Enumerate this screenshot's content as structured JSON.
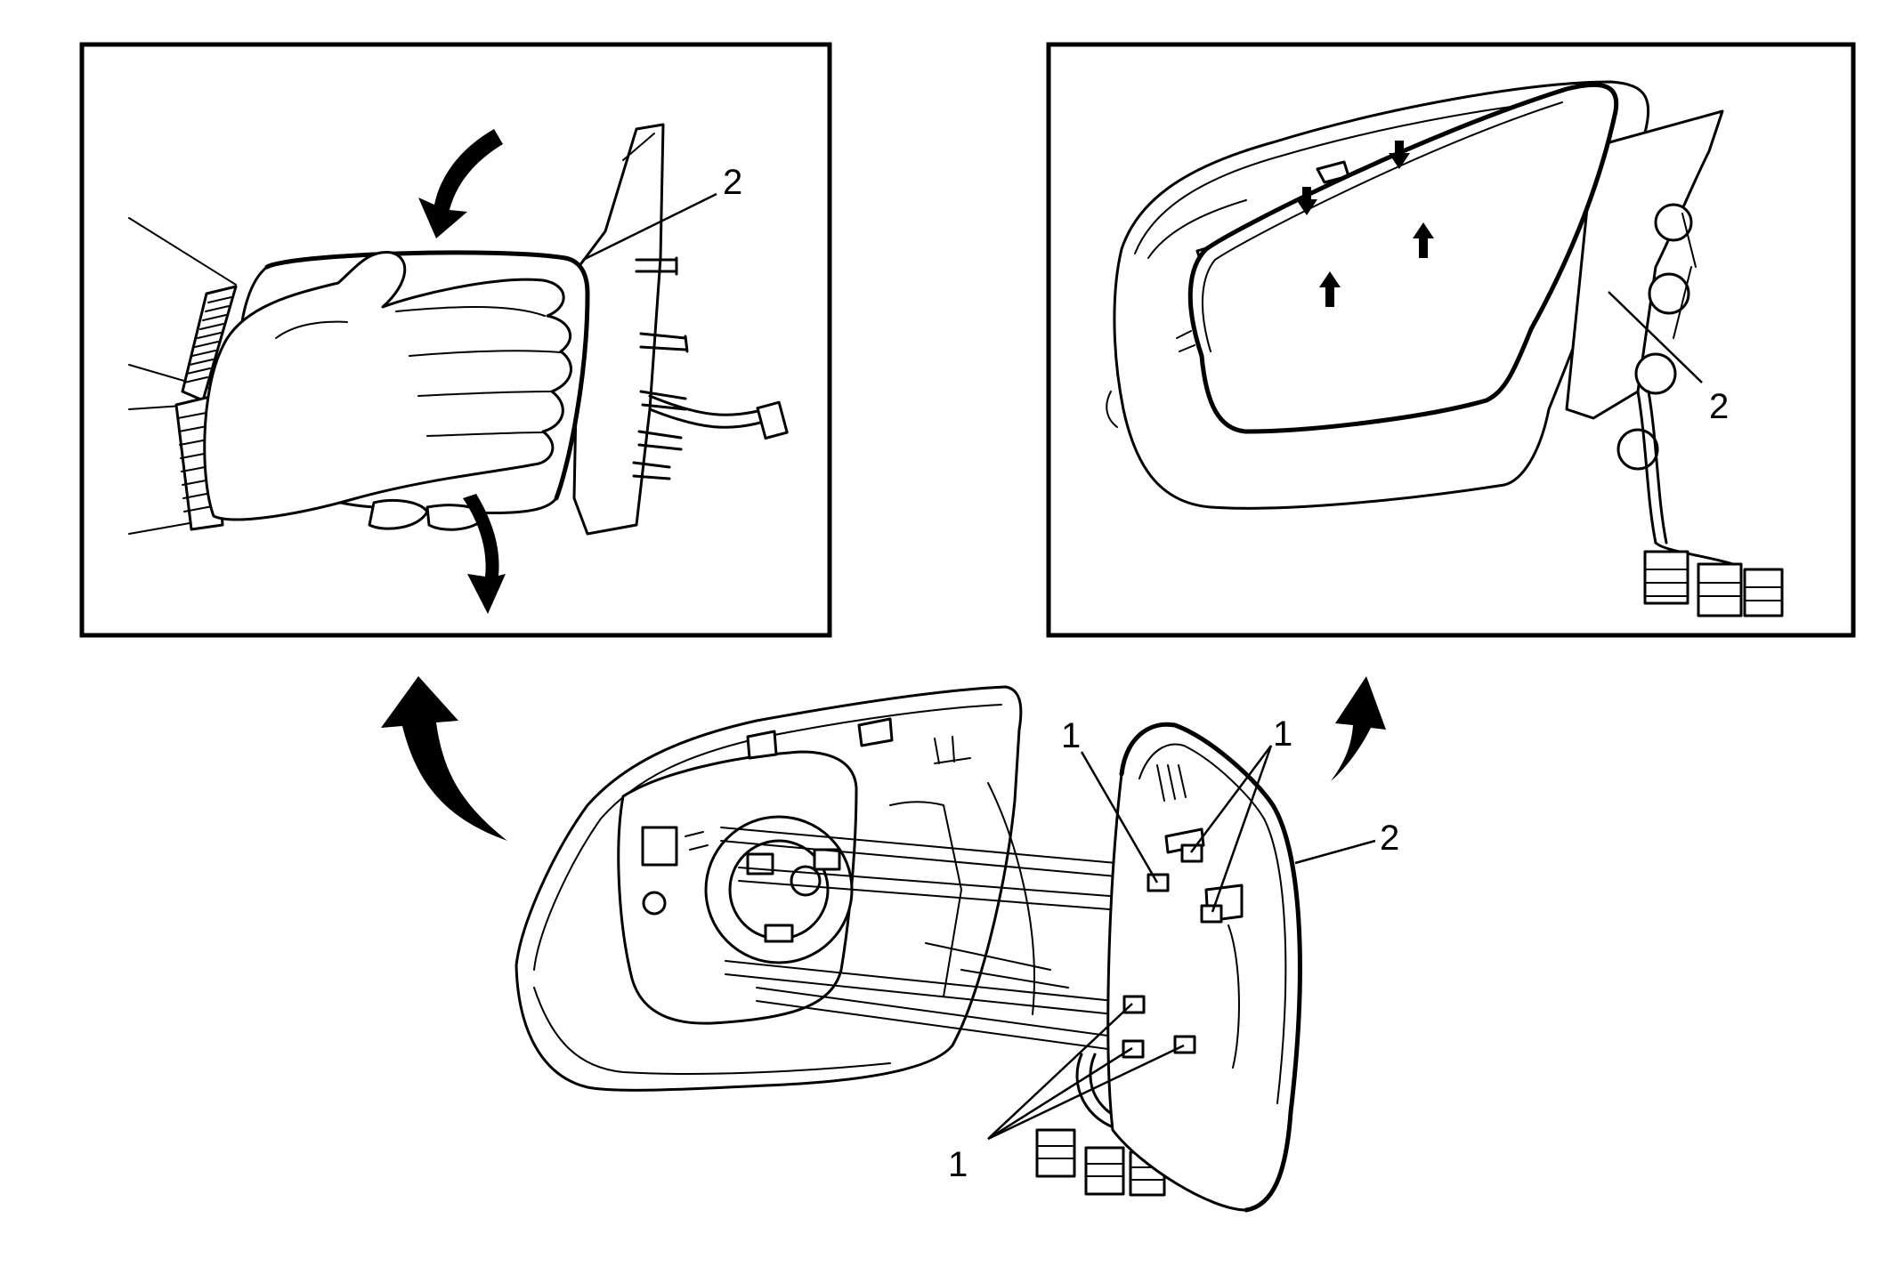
{
  "panels": [
    {
      "id": "left-panel",
      "callouts": [
        "2"
      ]
    },
    {
      "id": "right-panel",
      "callouts": [
        "2"
      ]
    }
  ],
  "main_view": {
    "callouts": [
      "1",
      "1",
      "2",
      "1"
    ]
  }
}
